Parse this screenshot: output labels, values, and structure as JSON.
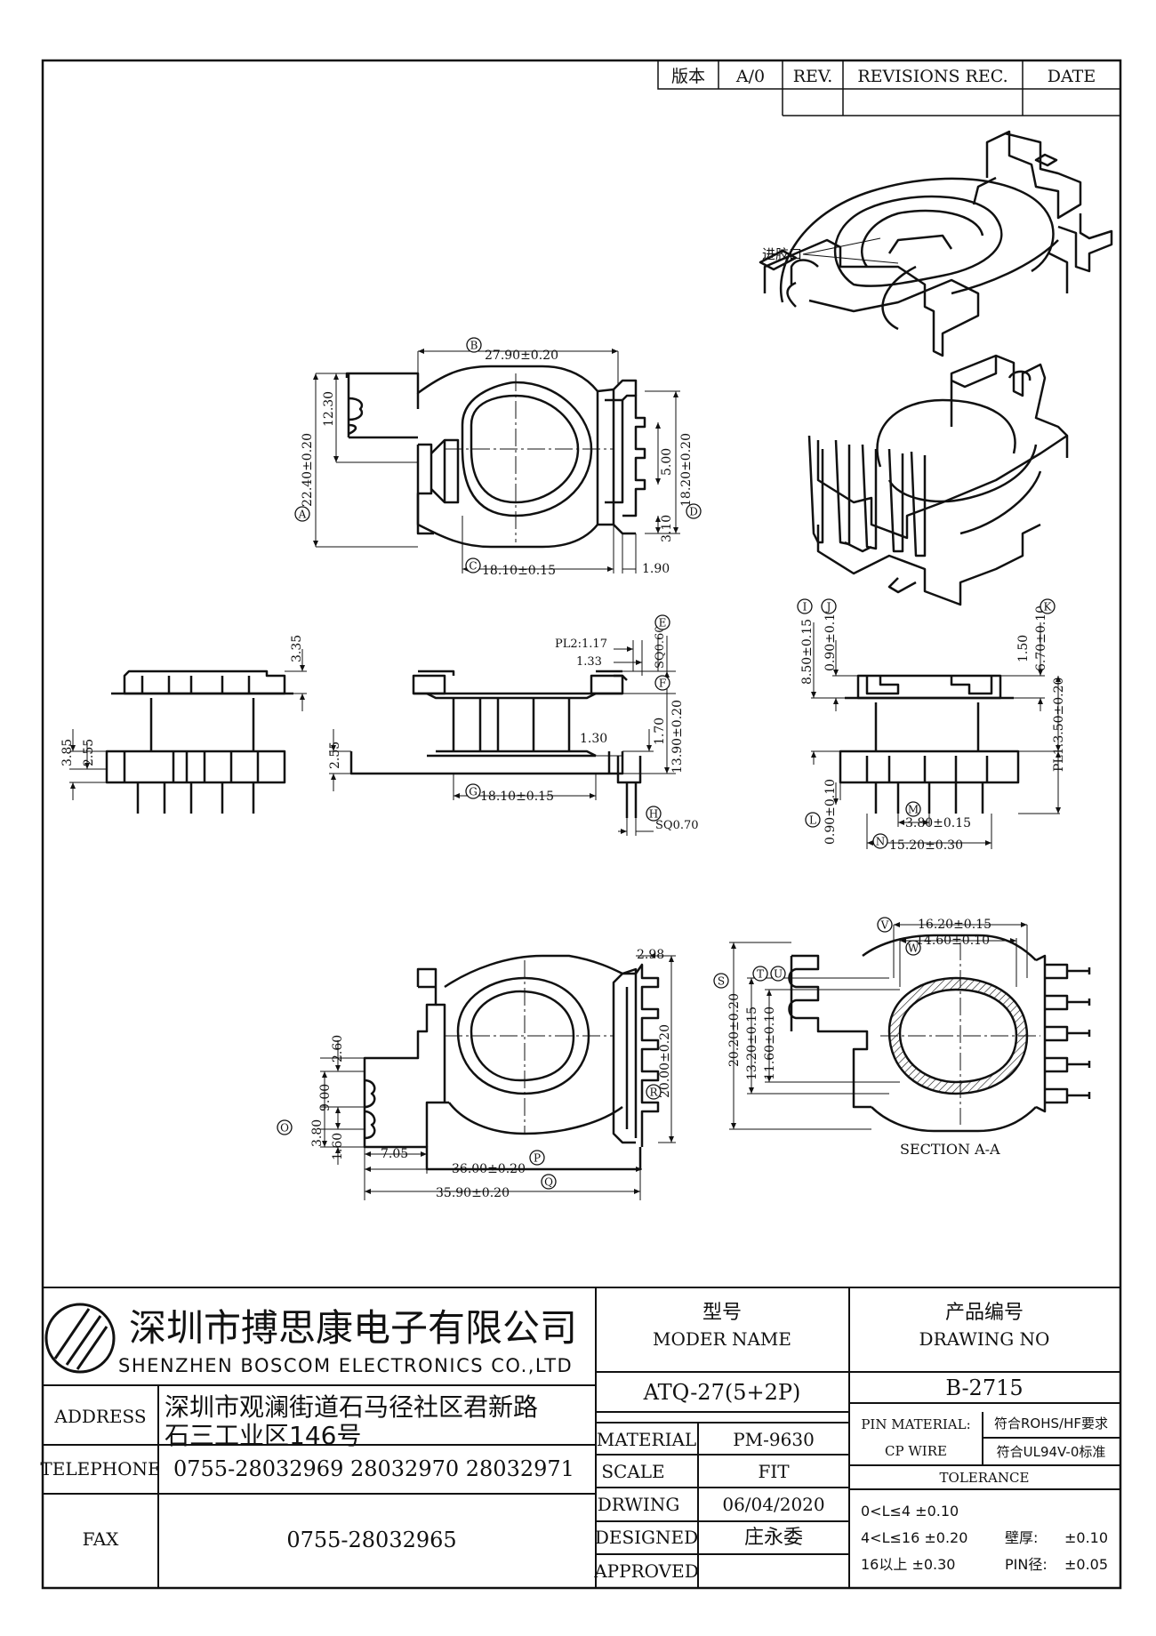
{
  "revision_table": {
    "version_label": "版本",
    "version_value": "A/0",
    "rev_label": "REV.",
    "revisions_label": "REVISIONS REC.",
    "date_label": "DATE"
  },
  "gate_label": "进胶口",
  "top_view": {
    "dim_B": "27.90±0.20",
    "dim_A": "22.40±0.20",
    "dim_height_left": "12.30",
    "dim_D": "18.20±0.20",
    "dim_pitch": "5.00",
    "dim_pin_offset": "3.10",
    "dim_C": "18.10±0.15",
    "dim_pin_width": "1.90"
  },
  "front_view": {
    "dim_top": "3.35",
    "dim_left_outer": "3.85",
    "dim_left_inner": "2.55"
  },
  "side_view": {
    "dim_left": "2.55",
    "pl2": "PL2:1.17",
    "dim_133": "1.33",
    "sq_top": "SQ0.60",
    "dim_F": "13.90±0.20",
    "dim_170": "1.70",
    "dim_130": "1.30",
    "dim_G": "18.10±0.15",
    "sq_bottom": "SQ0.70"
  },
  "right_view": {
    "dim_top": "8.50±0.15",
    "dim_flange": "0.90±0.15",
    "dim_K": "6.70±0.10",
    "dim_150": "1.50",
    "pl1": "PL1:3.50±0.20",
    "dim_bottom_flange": "0.90±0.10",
    "dim_M": "3.80±0.15",
    "dim_N": "15.20±0.30"
  },
  "bottom_view": {
    "dim_298": "2.98",
    "dim_260": "2.60",
    "dim_900": "9.00",
    "dim_380": "3.80",
    "dim_160": "1.60",
    "dim_705": "7.05",
    "dim_R": "20.00±0.20",
    "dim_P": "36.00±0.20",
    "dim_Q": "35.90±0.20"
  },
  "section_view": {
    "dim_V": "16.20±0.15",
    "dim_W": "14.60±0.10",
    "dim_outer": "20.20±0.20",
    "dim_mid": "13.20±0.15",
    "dim_inner": "11.60±0.10",
    "caption": "SECTION A-A"
  },
  "markers": [
    "A",
    "B",
    "C",
    "D",
    "E",
    "F",
    "G",
    "H",
    "I",
    "J",
    "K",
    "L",
    "M",
    "N",
    "O",
    "P",
    "Q",
    "R",
    "S",
    "T",
    "U",
    "V",
    "W"
  ],
  "title_block": {
    "company_cn": "深圳市搏思康电子有限公司",
    "company_en": "SHENZHEN BOSCOM ELECTRONICS CO.,LTD",
    "address_label": "ADDRESS",
    "address_line1": "深圳市观澜街道石马径社区君新路",
    "address_line2": "石三工业区146号",
    "telephone_label": "TELEPHONE",
    "telephone": "0755-28032969 28032970 28032971",
    "fax_label": "FAX",
    "fax": "0755-28032965",
    "model_name_cn": "型号",
    "model_name_en": "MODER NAME",
    "model_value": "ATQ-27(5+2P)",
    "drawing_no_cn": "产品编号",
    "drawing_no_en": "DRAWING NO",
    "drawing_no_value": "B-2715",
    "material_label": "MATERIAL",
    "material_value": "PM-9630",
    "scale_label": "SCALE",
    "scale_value": "FIT",
    "drawing_label": "DRWING",
    "drawing_date": "06/04/2020",
    "designed_label": "DESIGNED",
    "designed_value": "庄永委",
    "approved_label": "APPROVED",
    "pin_material_label": "PIN MATERIAL:",
    "pin_material_value": "CP WIRE",
    "rohs": "符合ROHS/HF要求",
    "ul": "符合UL94V-0标准",
    "tolerance_label": "TOLERANCE",
    "tol_1": "0<L≤4 ±0.10",
    "tol_2": "4<L≤16 ±0.20",
    "tol_3": "16以上  ±0.30",
    "wall_label": "壁厚:",
    "wall_value": "±0.10",
    "pin_dia_label": "PIN径:",
    "pin_dia_value": "±0.05"
  }
}
